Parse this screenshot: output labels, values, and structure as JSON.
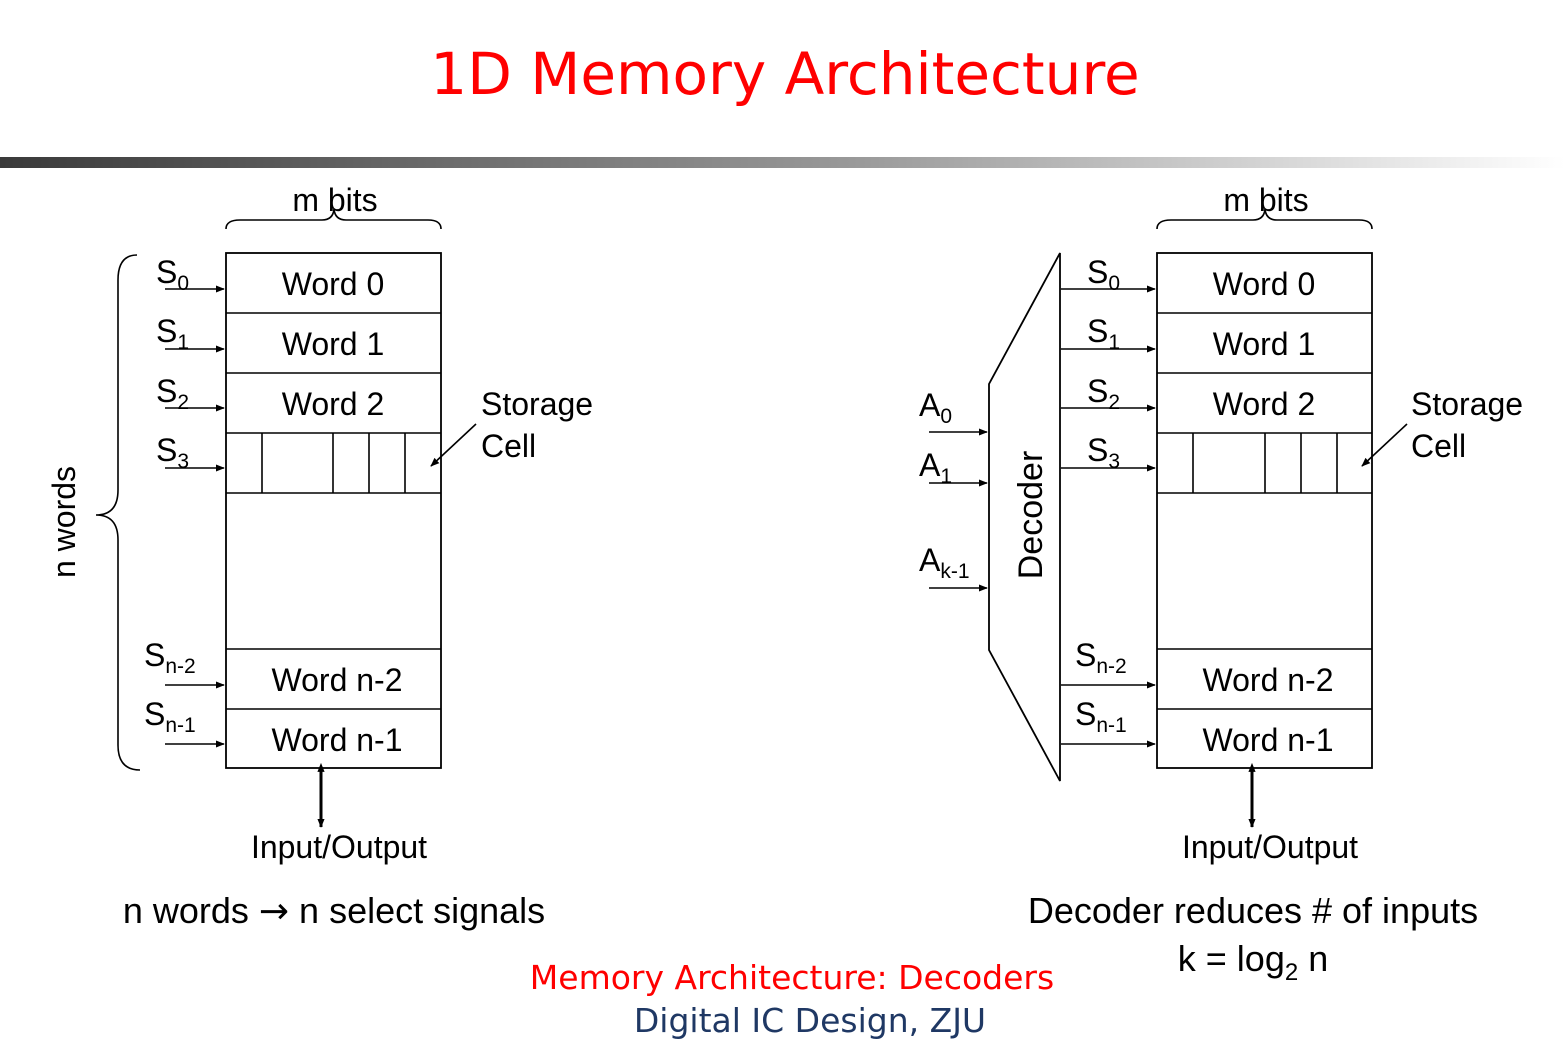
{
  "slide": {
    "title": "1D Memory Architecture",
    "footer_topic": "Memory Architecture: Decoders",
    "footer_course": "Digital IC Design, ZJU"
  },
  "colors": {
    "title": "#ff0000",
    "footer_topic": "#ff0000",
    "footer_course": "#1f3864",
    "lines": "#000000"
  },
  "left_diagram": {
    "width_label": "m bits",
    "height_label": "n words",
    "words": [
      "Word 0",
      "Word 1",
      "Word 2"
    ],
    "bottom_words": [
      "Word n-2",
      "Word n-1"
    ],
    "selects": [
      {
        "base": "S",
        "sub": "0"
      },
      {
        "base": "S",
        "sub": "1"
      },
      {
        "base": "S",
        "sub": "2"
      },
      {
        "base": "S",
        "sub": "3"
      },
      {
        "base": "S",
        "sub": "n-2"
      },
      {
        "base": "S",
        "sub": "n-1"
      }
    ],
    "storage_label_line1": "Storage",
    "storage_label_line2": "Cell",
    "io_label": "Input/Output",
    "caption_part1": "n words ",
    "caption_arrow": "→",
    "caption_part2": " n select signals"
  },
  "right_diagram": {
    "width_label": "m bits",
    "decoder_label": "Decoder",
    "address_inputs": [
      {
        "base": "A",
        "sub": "0"
      },
      {
        "base": "A",
        "sub": "1"
      },
      {
        "base": "A",
        "sub": "k-1"
      }
    ],
    "words": [
      "Word 0",
      "Word 1",
      "Word 2"
    ],
    "bottom_words": [
      "Word n-2",
      "Word n-1"
    ],
    "selects": [
      {
        "base": "S",
        "sub": "0"
      },
      {
        "base": "S",
        "sub": "1"
      },
      {
        "base": "S",
        "sub": "2"
      },
      {
        "base": "S",
        "sub": "3"
      },
      {
        "base": "S",
        "sub": "n-2"
      },
      {
        "base": "S",
        "sub": "n-1"
      }
    ],
    "storage_label_line1": "Storage",
    "storage_label_line2": "Cell",
    "io_label": "Input/Output",
    "caption_line1": "Decoder reduces # of inputs",
    "caption_line2_prefix": "k = log",
    "caption_line2_sub": "2",
    "caption_line2_suffix": " n"
  }
}
